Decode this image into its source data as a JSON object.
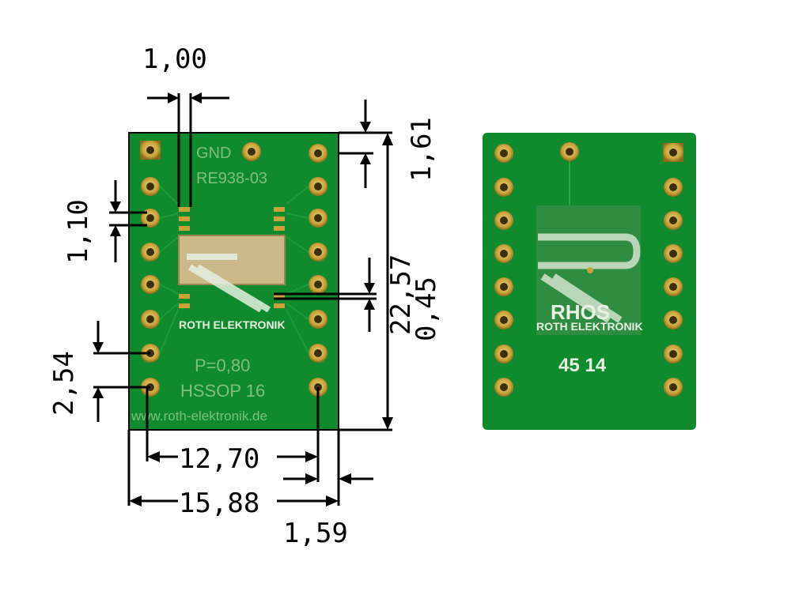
{
  "colors": {
    "pcb": "#0f8a2c",
    "pcb_dark": "#0b6e22",
    "copper": "#c8a23a",
    "pad_hole": "#3a3010",
    "silk": "#d9ead3",
    "dim_line": "#000000"
  },
  "front": {
    "gnd_label": "GND",
    "part_code": "RE938-03",
    "logo_text": "ROTH ELEKTRONIK",
    "pitch_label": "P=0,80",
    "package_label": "HSSOP 16",
    "url": "www.roth-elektronik.de"
  },
  "back": {
    "rhos_text": "RHOS",
    "logo_text": "ROTH ELEKTRONIK",
    "code": "45 14"
  },
  "dimensions": {
    "pad_width": "1,00",
    "edge_to_pin1": "1,61",
    "pad_height": "1,10",
    "board_height": "22,57",
    "pin_pitch_small": "0,45",
    "row_pitch": "2,54",
    "pad_row_span": "12,70",
    "board_width": "15,88",
    "edge_to_pad_col": "1,59"
  }
}
